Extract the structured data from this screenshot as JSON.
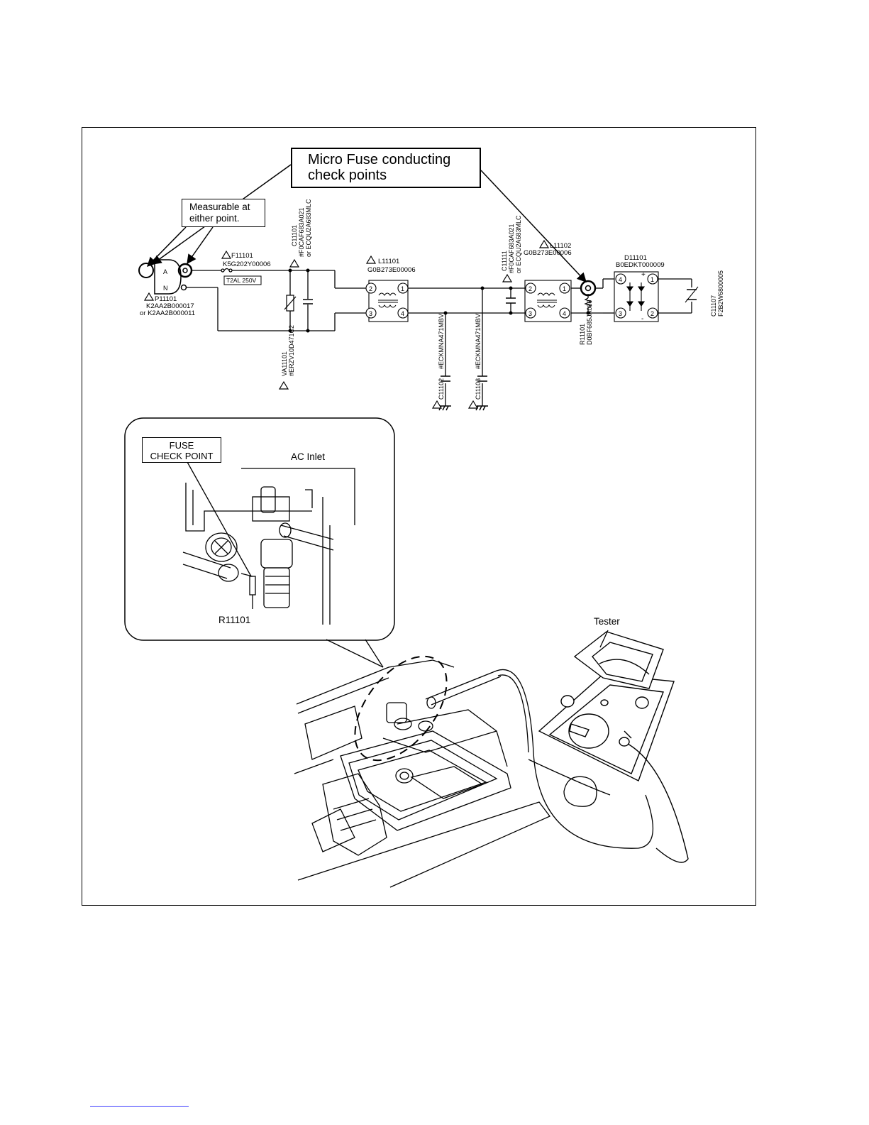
{
  "callouts": {
    "micro_fuse_line1": "Micro Fuse conducting",
    "micro_fuse_line2": "check points",
    "measurable_line1": "Measurable at",
    "measurable_line2": "either point.",
    "fuse_check_line1": "FUSE",
    "fuse_check_line2": "CHECK POINT",
    "ac_inlet": "AC Inlet",
    "r11101": "R11101",
    "tester": "Tester"
  },
  "schematic": {
    "p11101": {
      "ref": "P11101",
      "part": "K2AA2B000017",
      "alt": "or K2AA2B000011",
      "pin_a": "A",
      "pin_n": "N"
    },
    "f11101": {
      "ref": "F11101",
      "part": "K5G202Y00006",
      "rating": "T2AL 250V"
    },
    "c11101": {
      "ref": "C11101",
      "part": "#F0CAF683A021",
      "alt": "or ECQU2A683MLC"
    },
    "va11101": {
      "ref": "VA11101",
      "part": "#ERZV10D471C2"
    },
    "l11101": {
      "ref": "L11101",
      "part": "G0B273E00006"
    },
    "c11102": {
      "ref": "C11102",
      "part": "#ECKMNA471MBV"
    },
    "c11103": {
      "ref": "C11103",
      "part": "#ECKMNA471MBV"
    },
    "c11111": {
      "ref": "C11111",
      "part": "#F0CAF683A021",
      "alt": "or ECQU2A683MLC"
    },
    "l11102": {
      "ref": "L11102",
      "part": "G0B273E00006"
    },
    "r11101": {
      "ref": "R11101",
      "part": "D0BF685JA030"
    },
    "d11101": {
      "ref": "D11101",
      "part": "B0EDKT000009"
    },
    "c11107": {
      "ref": "C11107",
      "part": "F2B2W6800005"
    },
    "pins": [
      "1",
      "2",
      "3",
      "4"
    ]
  },
  "colors": {
    "line": "#000000",
    "background": "#ffffff",
    "rule": "#3a3aff"
  }
}
